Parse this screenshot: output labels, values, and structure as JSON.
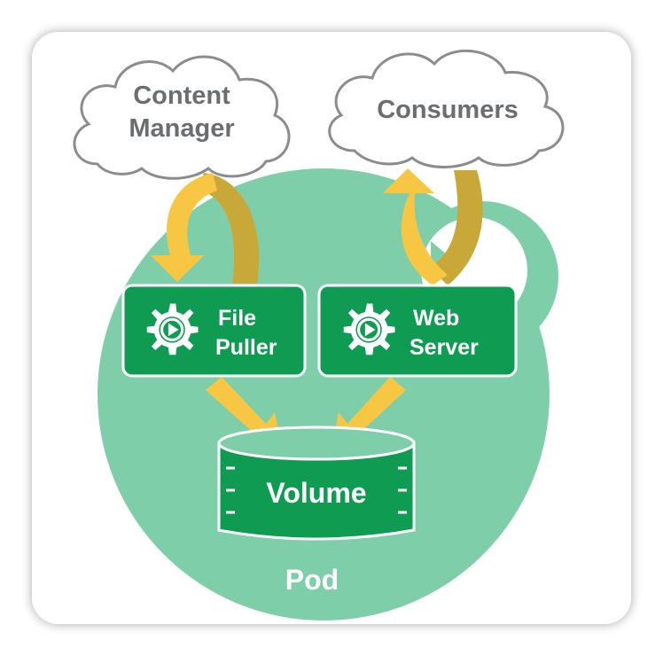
{
  "clouds": {
    "content_manager": {
      "line1": "Content",
      "line2": "Manager"
    },
    "consumers": {
      "label": "Consumers"
    }
  },
  "containers": {
    "file_puller": {
      "line1": "File",
      "line2": "Puller"
    },
    "web_server": {
      "line1": "Web",
      "line2": "Server"
    }
  },
  "volume": {
    "label": "Volume"
  },
  "pod": {
    "label": "Pod"
  },
  "colors": {
    "pod_fill": "#7ecfa9",
    "container_fill": "#0f9b52",
    "arrow_light": "#f7c744",
    "arrow_dark": "#c9a83a",
    "cloud_stroke": "#8a8d8f",
    "cloud_text": "#6b6e70"
  },
  "icons": [
    "gear-icon",
    "play-icon"
  ]
}
